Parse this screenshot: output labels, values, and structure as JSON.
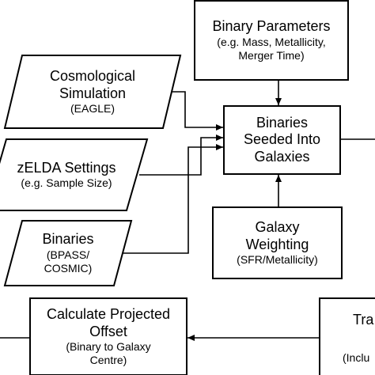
{
  "nodes": {
    "binary_params": {
      "title": "Binary Parameters",
      "sub1": "(e.g. Mass, Metallicity,",
      "sub2": "Merger Time)"
    },
    "cosmo": {
      "title1": "Cosmological",
      "title2": "Simulation",
      "sub": "(EAGLE)"
    },
    "zelda": {
      "title": "zELDA Settings",
      "sub": "(e.g. Sample Size)"
    },
    "binaries": {
      "title": "Binaries",
      "sub1": "(BPASS/",
      "sub2": "COSMIC)"
    },
    "seeded": {
      "title1": "Binaries",
      "title2": "Seeded Into",
      "title3": "Galaxies"
    },
    "weighting": {
      "title1": "Galaxy",
      "title2": "Weighting",
      "sub": "(SFR/Metallicity)"
    },
    "projected": {
      "title1": "Calculate Projected",
      "title2": "Offset",
      "sub1": "(Binary to Galaxy",
      "sub2": "Centre)"
    },
    "right_partial": {
      "title": "Tra",
      "sub": "(Inclu"
    }
  }
}
